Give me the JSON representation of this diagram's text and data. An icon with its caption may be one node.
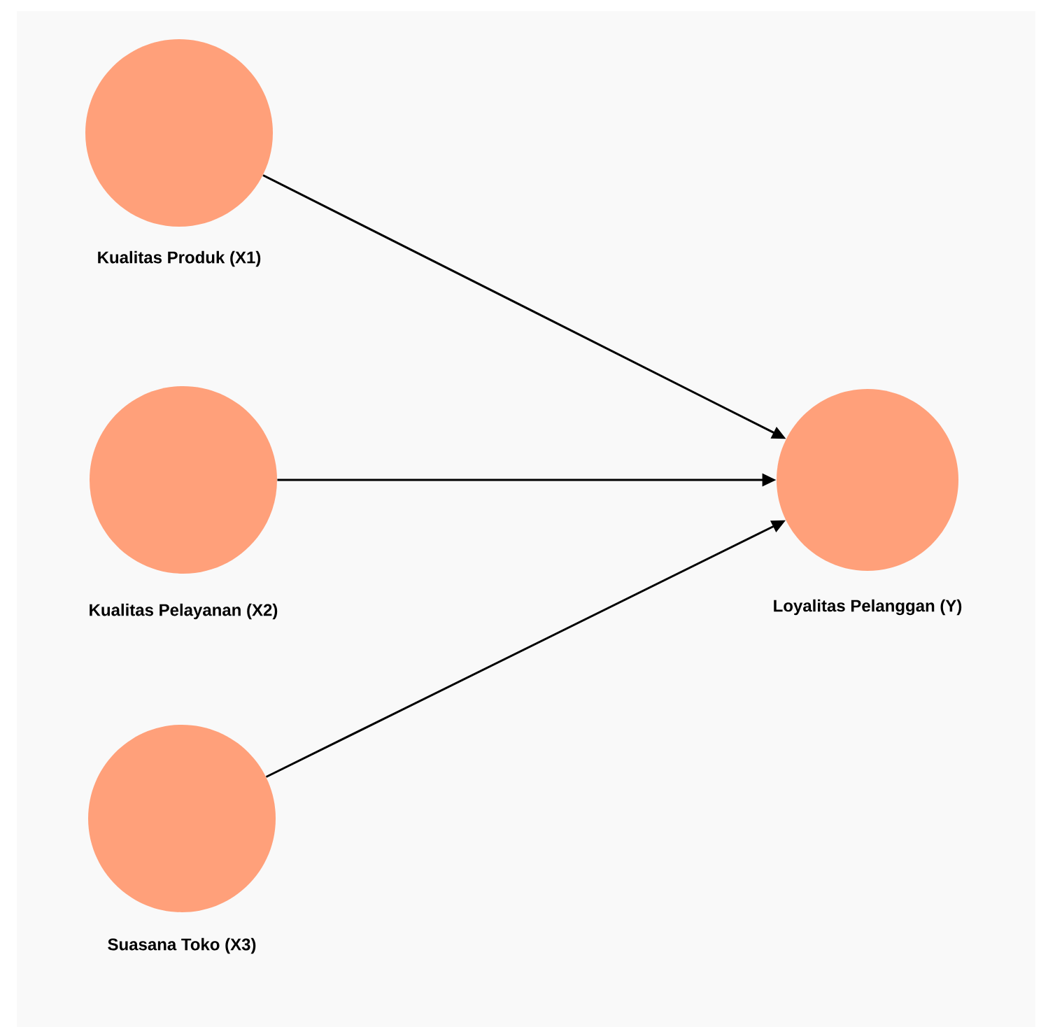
{
  "diagram": {
    "nodes": [
      {
        "text": [
          "Kualitas Produk (X1)"
        ]
      },
      {
        "text": [
          "Kualitas Pelayanan (X2)"
        ]
      },
      {
        "text": [
          "Suasana Toko (X3)"
        ]
      },
      {
        "text": [
          "Loyalitas Pelanggan (Y)"
        ]
      }
    ],
    "edges": [
      {
        "from": 0,
        "to": 3,
        "arrow": "to"
      },
      {
        "from": 1,
        "to": 3,
        "arrow": "to"
      },
      {
        "from": 2,
        "to": 3,
        "arrow": "to"
      }
    ]
  }
}
